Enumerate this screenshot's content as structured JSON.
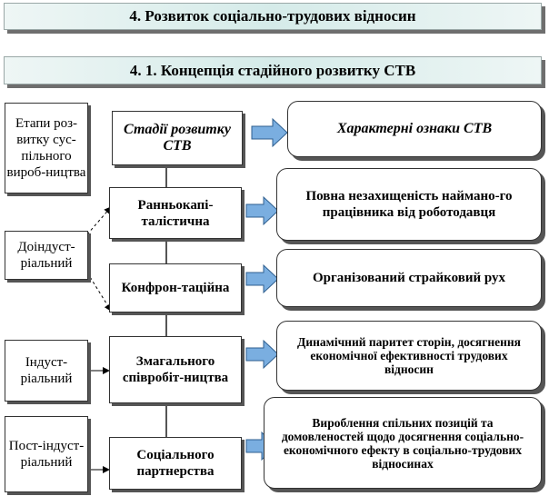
{
  "title": "4. Розвиток соціально-трудових відносин",
  "subtitle": "4. 1. Концепція стадійного розвитку СТВ",
  "left": {
    "header": "Етапи роз-витку сус-пільного вироб-ництва",
    "pre_industrial": "Доіндуст-ріальний",
    "industrial": "Індуст-ріальний",
    "post_industrial": "Пост-індуст-ріальний"
  },
  "stages": {
    "header": "Стадії розвитку СТВ",
    "early_capitalist": "Ранньокапі-талістична",
    "confrontational": "Конфрон-таційна",
    "general_cooperation": "Змагального співробіт-ництва",
    "social_partnership": "Соціального партнерства"
  },
  "features": {
    "header": "Характерні ознаки СТВ",
    "f1": "Повна незахищеність наймано-го працівника від роботодавця",
    "f2": "Організований страйковий рух",
    "f3": "Динамічний паритет сторін, досягнення економічної ефективності трудових відносин",
    "f4": "Вироблення спільних позицій та домовленостей щодо досягнення соціально-економічного ефекту в соціально-трудових відносинах"
  },
  "colors": {
    "banner": "#d5ebe9",
    "arrow_fill": "#7aaee0",
    "arrow_stroke": "#2f5f8f"
  }
}
